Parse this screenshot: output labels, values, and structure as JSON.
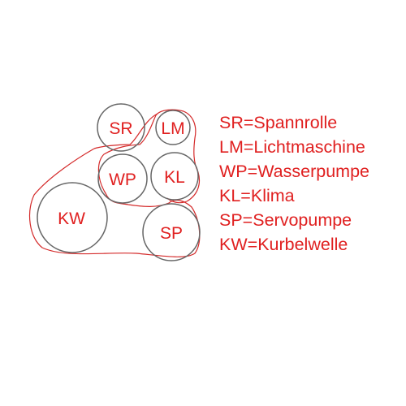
{
  "colors": {
    "belt": "#d42a2a",
    "pulley_outline": "#666666",
    "text": "#e02020",
    "background": "#ffffff"
  },
  "pulleys": {
    "sr": "SR",
    "lm": "LM",
    "wp": "WP",
    "kl": "KL",
    "kw": "KW",
    "sp": "SP"
  },
  "legend": [
    "SR=Spannrolle",
    "LM=Lichtmaschine",
    "WP=Wasserpumpe",
    "KL=Klima",
    "SP=Servopumpe",
    "KW=Kurbelwelle"
  ]
}
